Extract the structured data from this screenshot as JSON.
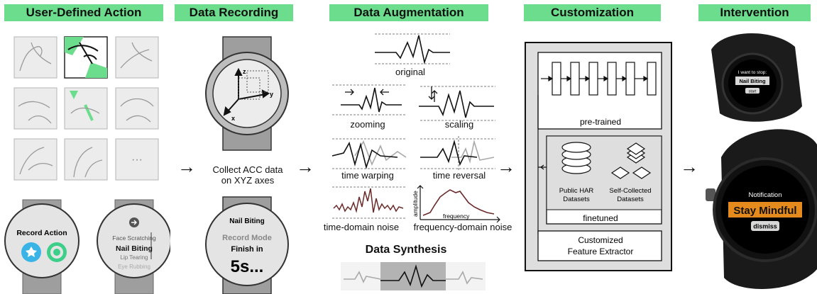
{
  "headers": {
    "user_defined": "User-Defined Action",
    "recording": "Data Recording",
    "augmentation": "Data Augmentation",
    "customization": "Customization",
    "intervention": "Intervention"
  },
  "action_grid": {
    "more": "···"
  },
  "watch_record": {
    "label": "Record Action"
  },
  "watch_select": {
    "items": [
      "Face Scratching",
      "Nail Biting",
      "Lip Tearing",
      "Eye Rubbing"
    ]
  },
  "recording": {
    "axis_x": "x",
    "axis_y": "y",
    "axis_z": "z",
    "caption_line1": "Collect ACC data",
    "caption_line2": "on XYZ axes",
    "watch_title": "Nail Biting",
    "watch_mode": "Record Mode",
    "watch_finish": "Finish in",
    "watch_count": "5s..."
  },
  "augmentation": {
    "original": "original",
    "zooming": "zooming",
    "scaling": "scaling",
    "time_warping": "time warping",
    "time_reversal": "time reversal",
    "time_noise": "time-domain noise",
    "freq_noise": "frequency-domain noise",
    "amplitude": "amplitude",
    "frequency": "frequency",
    "synthesis": "Data Synthesis"
  },
  "customization": {
    "pretrained": "pre-trained",
    "public_line1": "Public HAR",
    "public_line2": "Datasets",
    "self_line1": "Self-Collected",
    "self_line2": "Datasets",
    "finetuned": "finetuned",
    "extractor_line1": "Customized",
    "extractor_line2": "Feature Extractor"
  },
  "intervention": {
    "small_line1": "I want to stop:",
    "small_title": "Nail Biting",
    "small_button": "start",
    "notification": "Notification",
    "message": "Stay Mindful",
    "dismiss": "dismiss"
  },
  "colors": {
    "header_green": "#6cdc8d",
    "highlight_green": "#6cdc8d",
    "record_blue": "#3ab4e6",
    "record_green": "#3ccf8a",
    "message_orange": "#e58a1c",
    "augment_gray": "#a9a9a9"
  }
}
